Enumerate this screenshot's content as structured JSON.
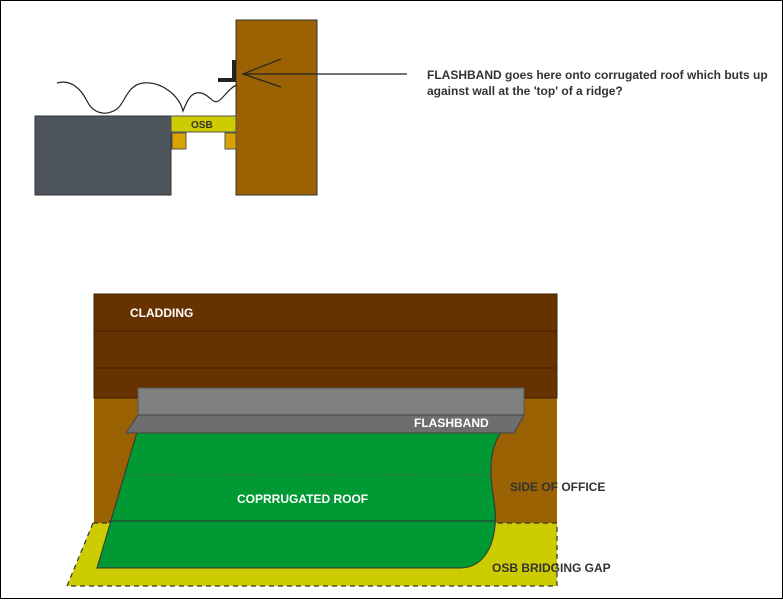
{
  "top_diagram": {
    "osb_label": "OSB",
    "annotation_line1": "FLASHBAND goes here onto corrugated roof which buts up",
    "annotation_line2": "against wall at the 'top' of a ridge?"
  },
  "bottom_diagram": {
    "cladding_label": "CLADDING",
    "flashband_label": "FLASHBAND",
    "roof_label": "COPRRUGATED ROOF",
    "side_label": "SIDE OF OFFICE",
    "osb_label": "OSB BRIDGING GAP"
  },
  "colors": {
    "dark_block": "#4f555c",
    "wall_brown": "#9a6202",
    "cladding_dark": "#663300",
    "osb_yellow": "#cccc00",
    "osb_small": "#d9a400",
    "roof_green": "#009933",
    "flashband_grey": "#7d7d7d"
  }
}
